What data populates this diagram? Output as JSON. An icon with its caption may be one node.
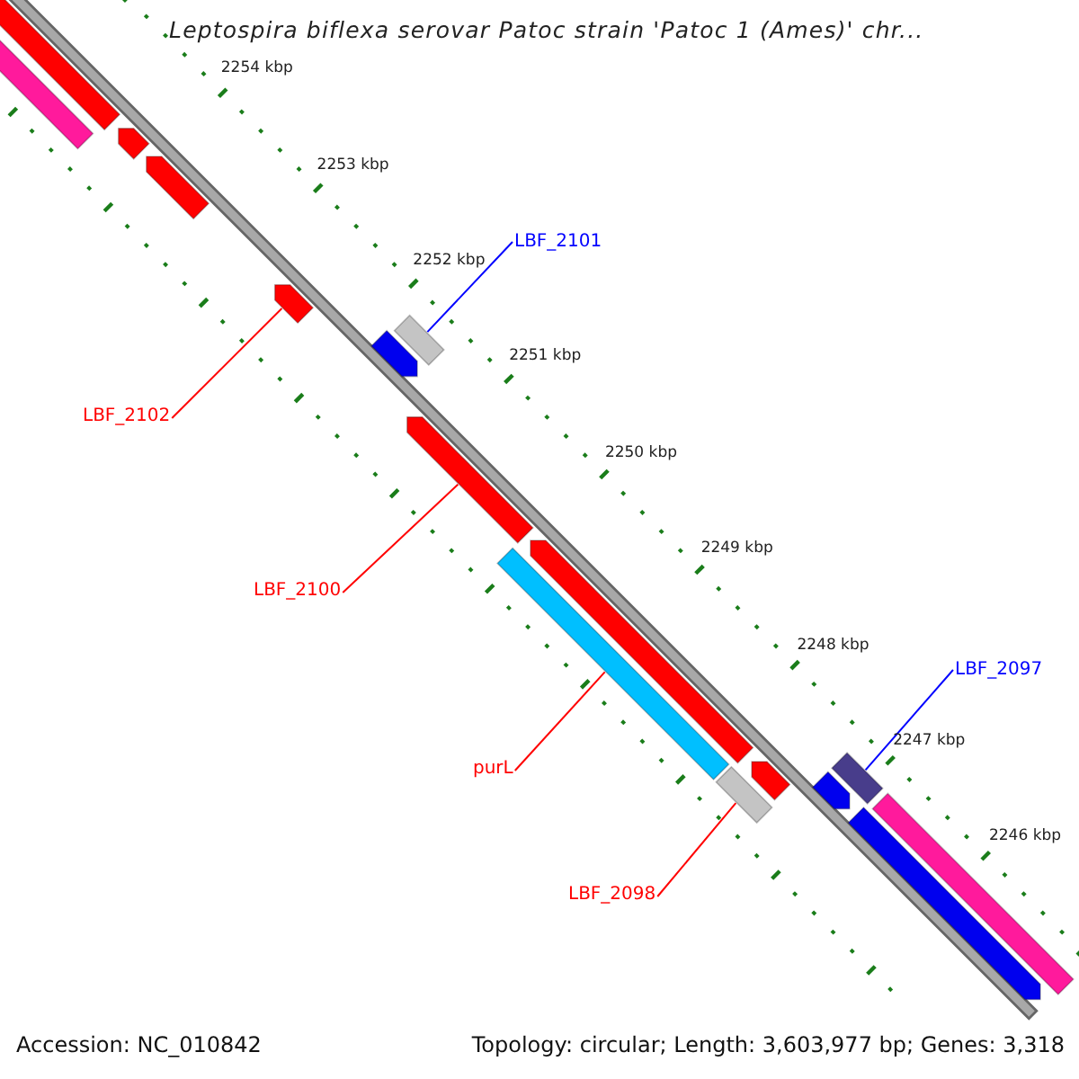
{
  "diagram": {
    "title": "Leptospira biflexa serovar Patoc strain 'Patoc 1 (Ames)' chr...",
    "nodes": [
      {
        "text": [
          "LBF_2101"
        ]
      },
      {
        "text": [
          "LBF_2102"
        ]
      },
      {
        "text": [
          "LBF_2100"
        ]
      },
      {
        "text": [
          "purL"
        ]
      },
      {
        "text": [
          "LBF_2098"
        ]
      },
      {
        "text": [
          "LBF_2097"
        ]
      },
      {
        "text": [],
        "shape": "bar"
      },
      {
        "text": [],
        "shape": "bar"
      },
      {
        "text": [],
        "shape": "bar"
      },
      {
        "text": [],
        "shape": "bar"
      },
      {
        "text": [],
        "shape": "bar"
      },
      {
        "text": [],
        "shape": "bar"
      },
      {
        "text": [],
        "shape": "bar"
      },
      {
        "text": [],
        "shape": "bar"
      },
      {
        "text": [],
        "shape": "bar"
      },
      {
        "text": [],
        "shape": "bar"
      },
      {
        "text": [],
        "shape": "bar"
      },
      {
        "text": [],
        "shape": "bar"
      },
      {
        "text": [],
        "shape": "bar"
      },
      {
        "text": [],
        "shape": "bar"
      },
      {
        "text": [],
        "shape": "bar"
      },
      {
        "text": [],
        "shape": "bar"
      }
    ],
    "edges": [
      {
        "from": 0,
        "to": 12,
        "arrow": "none",
        "color": "#0000ff"
      },
      {
        "from": 1,
        "to": 10,
        "arrow": "none"
      },
      {
        "from": 2,
        "to": 13,
        "arrow": "none"
      },
      {
        "from": 3,
        "to": 15,
        "arrow": "none"
      },
      {
        "from": 4,
        "to": 17,
        "arrow": "none"
      },
      {
        "from": 5,
        "to": 18,
        "arrow": "none",
        "color": "#0000ff"
      }
    ],
    "labels": [
      "2254 kbp",
      "2253 kbp",
      "2252 kbp",
      "2251 kbp",
      "2250 kbp",
      "2249 kbp",
      "2248 kbp",
      "2247 kbp",
      "2246 kbp",
      "Accession: NC_010842",
      "Topology: circular; Length: 3,603,977 bp; Genes: 3,318"
    ]
  }
}
